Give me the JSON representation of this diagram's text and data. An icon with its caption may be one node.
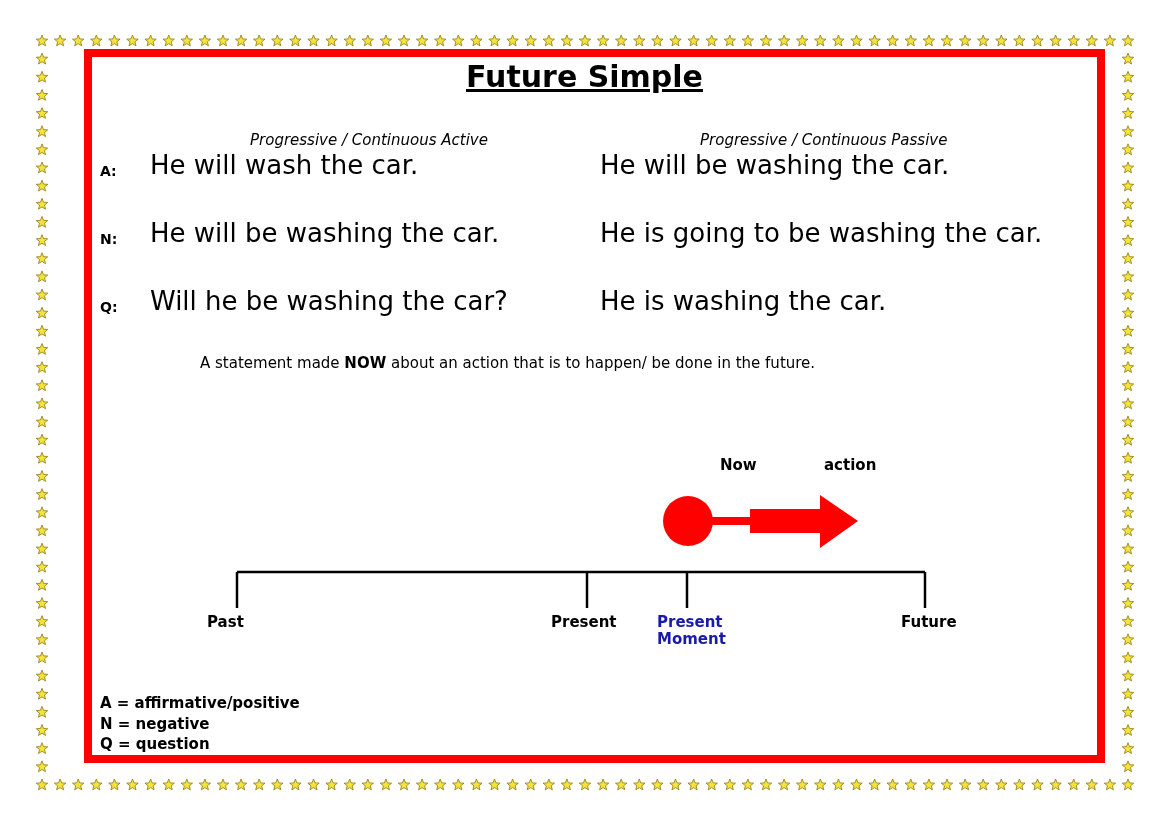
{
  "diagram": {
    "title": "Future Simple",
    "labels": [
      "Progressive / Continuous Active",
      "Progressive / Continuous Passive",
      "A:",
      "He will wash the car.",
      "He will be washing the car.",
      "N:",
      "He will be washing the car.",
      "He is going to be washing the car.",
      "Q:",
      "Will he be washing the car?",
      "He is washing the car.",
      "A statement made **NOW** about an action that is to happen/ be done in the future.",
      "Now",
      "action",
      "Past",
      "Present",
      "Present Moment",
      "Future",
      "A = affirmative/positive",
      "N = negative",
      "Q = question"
    ]
  }
}
